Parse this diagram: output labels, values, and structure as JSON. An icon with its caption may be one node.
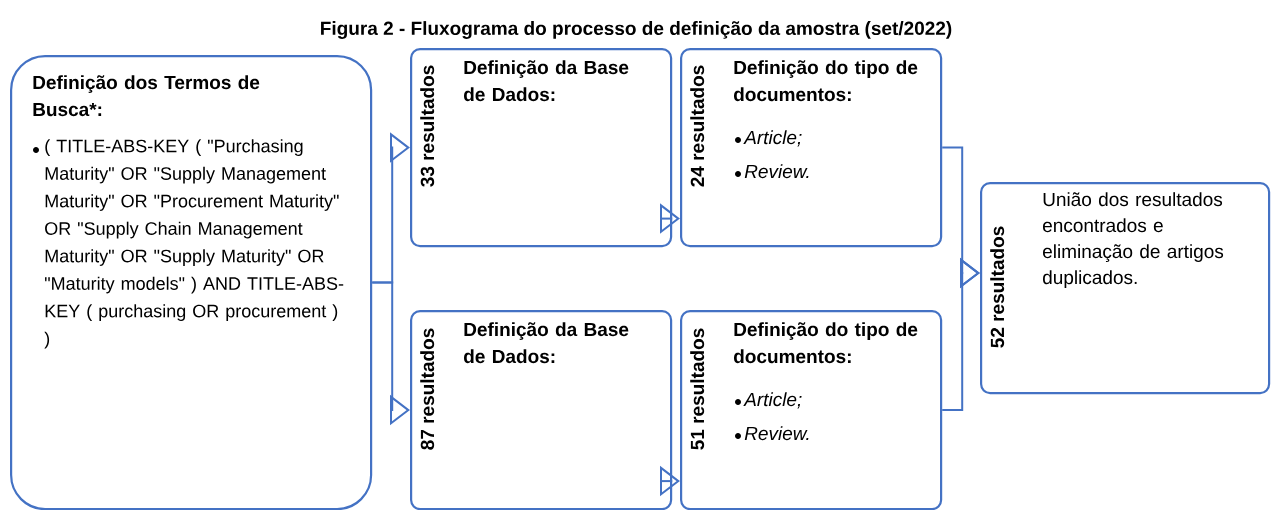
{
  "diagram": {
    "title": "Figura 2 - Fluxograma do processo de definição da amostra (set/2022)",
    "nodes": [
      {
        "text": [
          "Definição dos Termos de Busca*:",
          "( TITLE-ABS-KEY ( \"Purchasing Maturity\" OR \"Supply Management Maturity\" OR \"Procurement Maturity\" OR \"Supply Chain Management Maturity\" OR \"Supply Maturity\" OR \"Maturity models\" ) AND TITLE-ABS-KEY ( purchasing OR procurement ) )"
        ]
      },
      {
        "text": [
          "33 resultados",
          "Definição da Base de Dados:"
        ]
      },
      {
        "text": [
          "24 resultados",
          "Definição do tipo de documentos:",
          "Article;",
          "Review."
        ]
      },
      {
        "text": [
          "87 resultados",
          "Definição da Base de Dados:"
        ]
      },
      {
        "text": [
          "51 resultados",
          "Definição do tipo de documentos:",
          "Article;",
          "Review."
        ]
      },
      {
        "text": [
          "52 resultados",
          "União dos resultados encontrados e eliminação de artigos duplicados."
        ]
      }
    ],
    "edges": [
      {
        "from": 0,
        "to": 1,
        "arrow": "to"
      },
      {
        "from": 0,
        "to": 3,
        "arrow": "to"
      },
      {
        "from": 1,
        "to": 2,
        "arrow": "to"
      },
      {
        "from": 3,
        "to": 4,
        "arrow": "to"
      },
      {
        "from": 2,
        "to": 5,
        "arrow": "to"
      },
      {
        "from": 4,
        "to": 5,
        "arrow": "to"
      }
    ]
  }
}
